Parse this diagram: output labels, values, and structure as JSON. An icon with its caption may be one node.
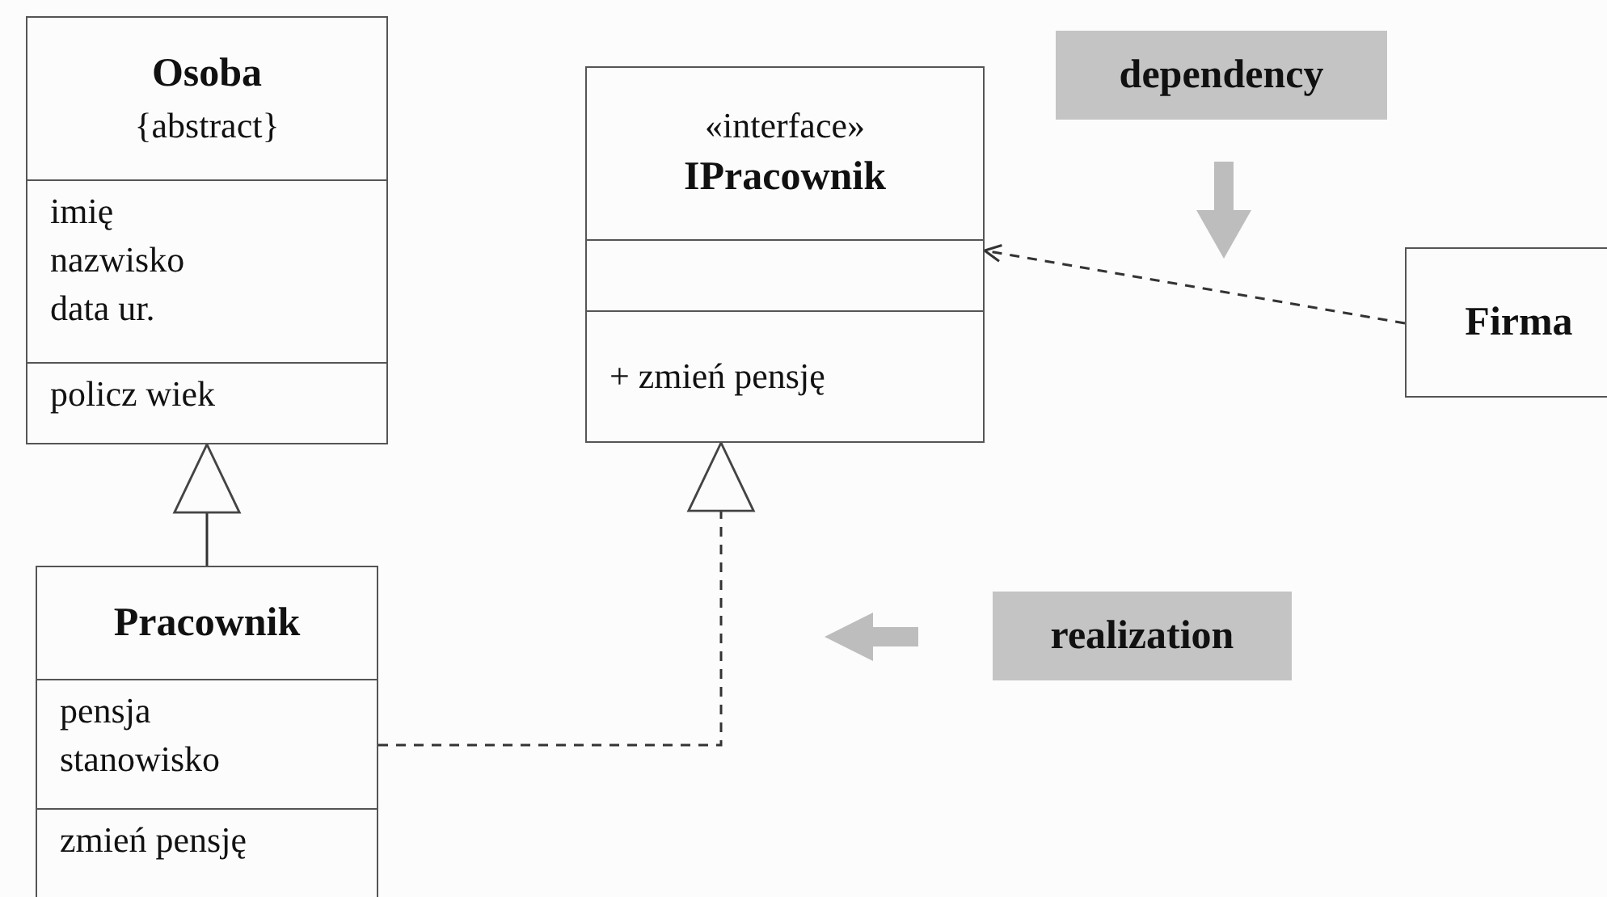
{
  "diagram": {
    "nodes": [
      {
        "text": [
          "Osoba",
          "{abstract}",
          "imię",
          "nazwisko",
          "data ur.",
          "policz wiek"
        ]
      },
      {
        "text": [
          "«interface»",
          "IPracownik",
          "+ zmień pensję"
        ]
      },
      {
        "text": [
          "Firma"
        ]
      },
      {
        "text": [
          "Pracownik",
          "pensja",
          "stanowisko",
          "zmień pensję"
        ]
      },
      {
        "text": [
          "dependency"
        ]
      },
      {
        "text": [
          "realization"
        ]
      }
    ],
    "edges": [
      {
        "from": 3,
        "to": 0,
        "arrow": "to"
      },
      {
        "from": 3,
        "to": 1,
        "arrow": "to",
        "style": "dashed"
      },
      {
        "from": 2,
        "to": 1,
        "arrow": "to",
        "style": "dashed"
      }
    ]
  }
}
